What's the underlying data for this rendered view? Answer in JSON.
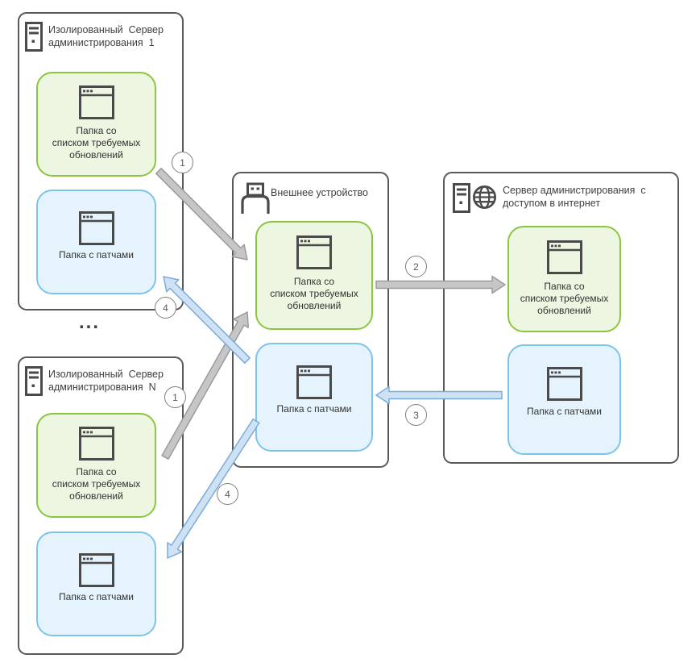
{
  "panels": {
    "server1": {
      "title": "Изолированный  Сервер\nадминистрирования  1",
      "update_folder_label": "Папка со\nсписком требуемых\nобновлений",
      "patch_folder_label": "Папка с патчами"
    },
    "serverN": {
      "title": "Изолированный  Сервер\nадминистрирования  N",
      "update_folder_label": "Папка со\nсписком требуемых\nобновлений",
      "patch_folder_label": "Папка с патчами"
    },
    "external": {
      "title": "Внешнее устройство",
      "update_folder_label": "Папка со\nсписком требуемых\nобновлений",
      "patch_folder_label": "Папка с патчами"
    },
    "internet": {
      "title": "Сервер администрирования  с\nдоступом в интернет",
      "update_folder_label": "Папка со\nсписком требуемых\nобновлений",
      "patch_folder_label": "Папка с патчами"
    }
  },
  "ellipsis": "...",
  "steps": {
    "s1a": "1",
    "s1b": "1",
    "s2": "2",
    "s3": "3",
    "s4a": "4",
    "s4b": "4"
  },
  "colors": {
    "green_border": "#8CC63F",
    "green_fill": "#EDF6E1",
    "blue_border": "#7EC3E9",
    "blue_fill": "#E4F3FC",
    "panel_border": "#595959",
    "gray_arrow_fill": "#C6C6C6",
    "gray_arrow_stroke": "#9B9B9B",
    "blue_arrow_fill": "#CFE2F3",
    "blue_arrow_stroke": "#79ABDC"
  }
}
